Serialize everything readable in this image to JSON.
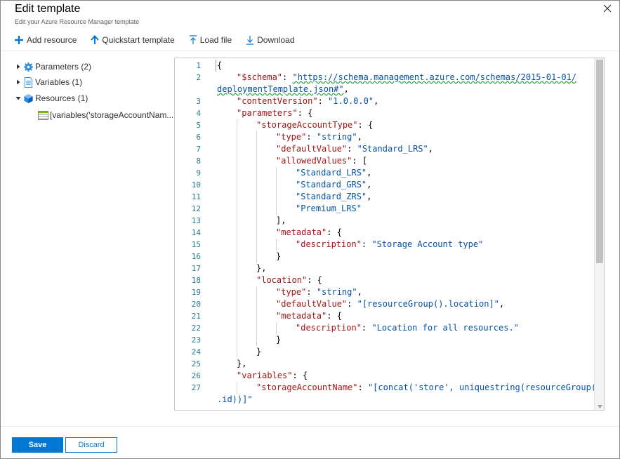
{
  "header": {
    "title": "Edit template",
    "subtitle": "Edit your Azure Resource Manager template",
    "close_icon": "close-icon"
  },
  "toolbar": {
    "add_resource": "Add resource",
    "quickstart": "Quickstart template",
    "load_file": "Load file",
    "download": "Download"
  },
  "tree": {
    "parameters": "Parameters (2)",
    "variables": "Variables (1)",
    "resources": "Resources (1)",
    "resource_child": "[variables('storageAccountNam..."
  },
  "editor": {
    "lines": [
      {
        "n": "1",
        "indent": 0,
        "parts": [
          [
            "p",
            "{"
          ]
        ]
      },
      {
        "n": "2",
        "indent": 1,
        "parts": [
          [
            "k",
            "\"$schema\""
          ],
          [
            "p",
            ": "
          ],
          [
            "u",
            "\"https://schema.management.azure.com/schemas/2015-01-01/"
          ]
        ]
      },
      {
        "n": "",
        "indent": 0,
        "parts": [
          [
            "u",
            "deploymentTemplate.json#\""
          ],
          [
            "p",
            ","
          ]
        ]
      },
      {
        "n": "3",
        "indent": 1,
        "parts": [
          [
            "k",
            "\"contentVersion\""
          ],
          [
            "p",
            ": "
          ],
          [
            "s",
            "\"1.0.0.0\""
          ],
          [
            "p",
            ","
          ]
        ]
      },
      {
        "n": "4",
        "indent": 1,
        "parts": [
          [
            "k",
            "\"parameters\""
          ],
          [
            "p",
            ": {"
          ]
        ]
      },
      {
        "n": "5",
        "indent": 2,
        "parts": [
          [
            "k",
            "\"storageAccountType\""
          ],
          [
            "p",
            ": {"
          ]
        ]
      },
      {
        "n": "6",
        "indent": 3,
        "parts": [
          [
            "k",
            "\"type\""
          ],
          [
            "p",
            ": "
          ],
          [
            "s",
            "\"string\""
          ],
          [
            "p",
            ","
          ]
        ]
      },
      {
        "n": "7",
        "indent": 3,
        "parts": [
          [
            "k",
            "\"defaultValue\""
          ],
          [
            "p",
            ": "
          ],
          [
            "s",
            "\"Standard_LRS\""
          ],
          [
            "p",
            ","
          ]
        ]
      },
      {
        "n": "8",
        "indent": 3,
        "parts": [
          [
            "k",
            "\"allowedValues\""
          ],
          [
            "p",
            ": ["
          ]
        ]
      },
      {
        "n": "9",
        "indent": 4,
        "parts": [
          [
            "s",
            "\"Standard_LRS\""
          ],
          [
            "p",
            ","
          ]
        ]
      },
      {
        "n": "10",
        "indent": 4,
        "parts": [
          [
            "s",
            "\"Standard_GRS\""
          ],
          [
            "p",
            ","
          ]
        ]
      },
      {
        "n": "11",
        "indent": 4,
        "parts": [
          [
            "s",
            "\"Standard_ZRS\""
          ],
          [
            "p",
            ","
          ]
        ]
      },
      {
        "n": "12",
        "indent": 4,
        "parts": [
          [
            "s",
            "\"Premium_LRS\""
          ]
        ]
      },
      {
        "n": "13",
        "indent": 3,
        "parts": [
          [
            "p",
            "],"
          ]
        ]
      },
      {
        "n": "14",
        "indent": 3,
        "parts": [
          [
            "k",
            "\"metadata\""
          ],
          [
            "p",
            ": {"
          ]
        ]
      },
      {
        "n": "15",
        "indent": 4,
        "parts": [
          [
            "k",
            "\"description\""
          ],
          [
            "p",
            ": "
          ],
          [
            "s",
            "\"Storage Account type\""
          ]
        ]
      },
      {
        "n": "16",
        "indent": 3,
        "parts": [
          [
            "p",
            "}"
          ]
        ]
      },
      {
        "n": "17",
        "indent": 2,
        "parts": [
          [
            "p",
            "},"
          ]
        ]
      },
      {
        "n": "18",
        "indent": 2,
        "parts": [
          [
            "k",
            "\"location\""
          ],
          [
            "p",
            ": {"
          ]
        ]
      },
      {
        "n": "19",
        "indent": 3,
        "parts": [
          [
            "k",
            "\"type\""
          ],
          [
            "p",
            ": "
          ],
          [
            "s",
            "\"string\""
          ],
          [
            "p",
            ","
          ]
        ]
      },
      {
        "n": "20",
        "indent": 3,
        "parts": [
          [
            "k",
            "\"defaultValue\""
          ],
          [
            "p",
            ": "
          ],
          [
            "s",
            "\"[resourceGroup().location]\""
          ],
          [
            "p",
            ","
          ]
        ]
      },
      {
        "n": "21",
        "indent": 3,
        "parts": [
          [
            "k",
            "\"metadata\""
          ],
          [
            "p",
            ": {"
          ]
        ]
      },
      {
        "n": "22",
        "indent": 4,
        "parts": [
          [
            "k",
            "\"description\""
          ],
          [
            "p",
            ": "
          ],
          [
            "s",
            "\"Location for all resources.\""
          ]
        ]
      },
      {
        "n": "23",
        "indent": 3,
        "parts": [
          [
            "p",
            "}"
          ]
        ]
      },
      {
        "n": "24",
        "indent": 2,
        "parts": [
          [
            "p",
            "}"
          ]
        ]
      },
      {
        "n": "25",
        "indent": 1,
        "parts": [
          [
            "p",
            "},"
          ]
        ]
      },
      {
        "n": "26",
        "indent": 1,
        "parts": [
          [
            "k",
            "\"variables\""
          ],
          [
            "p",
            ": {"
          ]
        ]
      },
      {
        "n": "27",
        "indent": 2,
        "parts": [
          [
            "k",
            "\"storageAccountName\""
          ],
          [
            "p",
            ": "
          ],
          [
            "s",
            "\"[concat('store', uniquestring(resourceGroup()"
          ]
        ]
      },
      {
        "n": "",
        "indent": 0,
        "parts": [
          [
            "s",
            ".id))]\""
          ]
        ]
      }
    ]
  },
  "footer": {
    "save": "Save",
    "discard": "Discard"
  },
  "colors": {
    "accent": "#0078d4",
    "json_key": "#a31515",
    "json_string": "#0451a5",
    "line_number": "#237893"
  }
}
